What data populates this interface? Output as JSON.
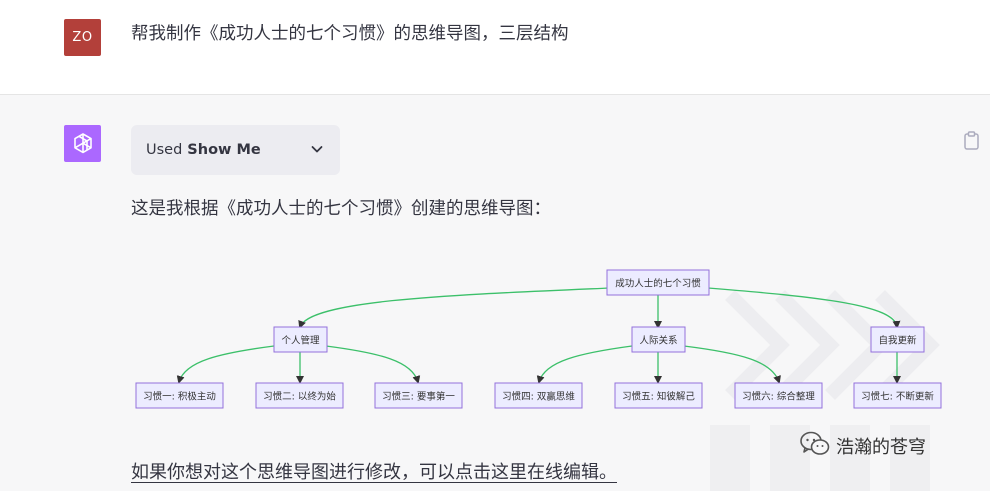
{
  "user": {
    "avatar_initials": "ZO",
    "message": "帮我制作《成功人士的七个习惯》的思维导图，三层结构"
  },
  "assistant": {
    "plugin_used_prefix": "Used",
    "plugin_name": "Show Me",
    "intro": "这是我根据《成功人士的七个习惯》创建的思维导图：",
    "footer": "如果你想对这个思维导图进行修改，可以点击这里在线编辑。"
  },
  "mindmap": {
    "root": "成功人士的七个习惯",
    "branches": [
      {
        "label": "个人管理",
        "children": [
          "习惯一: 积极主动",
          "习惯二: 以终为始",
          "习惯三: 要事第一"
        ]
      },
      {
        "label": "人际关系",
        "children": [
          "习惯四: 双赢思维",
          "习惯五: 知彼解己",
          "习惯六: 综合整理"
        ]
      },
      {
        "label": "自我更新",
        "children": [
          "习惯七: 不断更新"
        ]
      }
    ]
  },
  "watermark": {
    "account_name": "浩瀚的苍穹"
  },
  "icons": {
    "bot_avatar": "openai-logo-icon",
    "plugin_toggle": "chevron-down-icon",
    "copy": "clipboard-icon",
    "wechat": "wechat-icon"
  },
  "colors": {
    "user_avatar": "#b3403a",
    "bot_avatar": "#ab68ff",
    "node_fill": "#ececff",
    "node_border": "#9370db",
    "edge": "#3cc06a"
  }
}
